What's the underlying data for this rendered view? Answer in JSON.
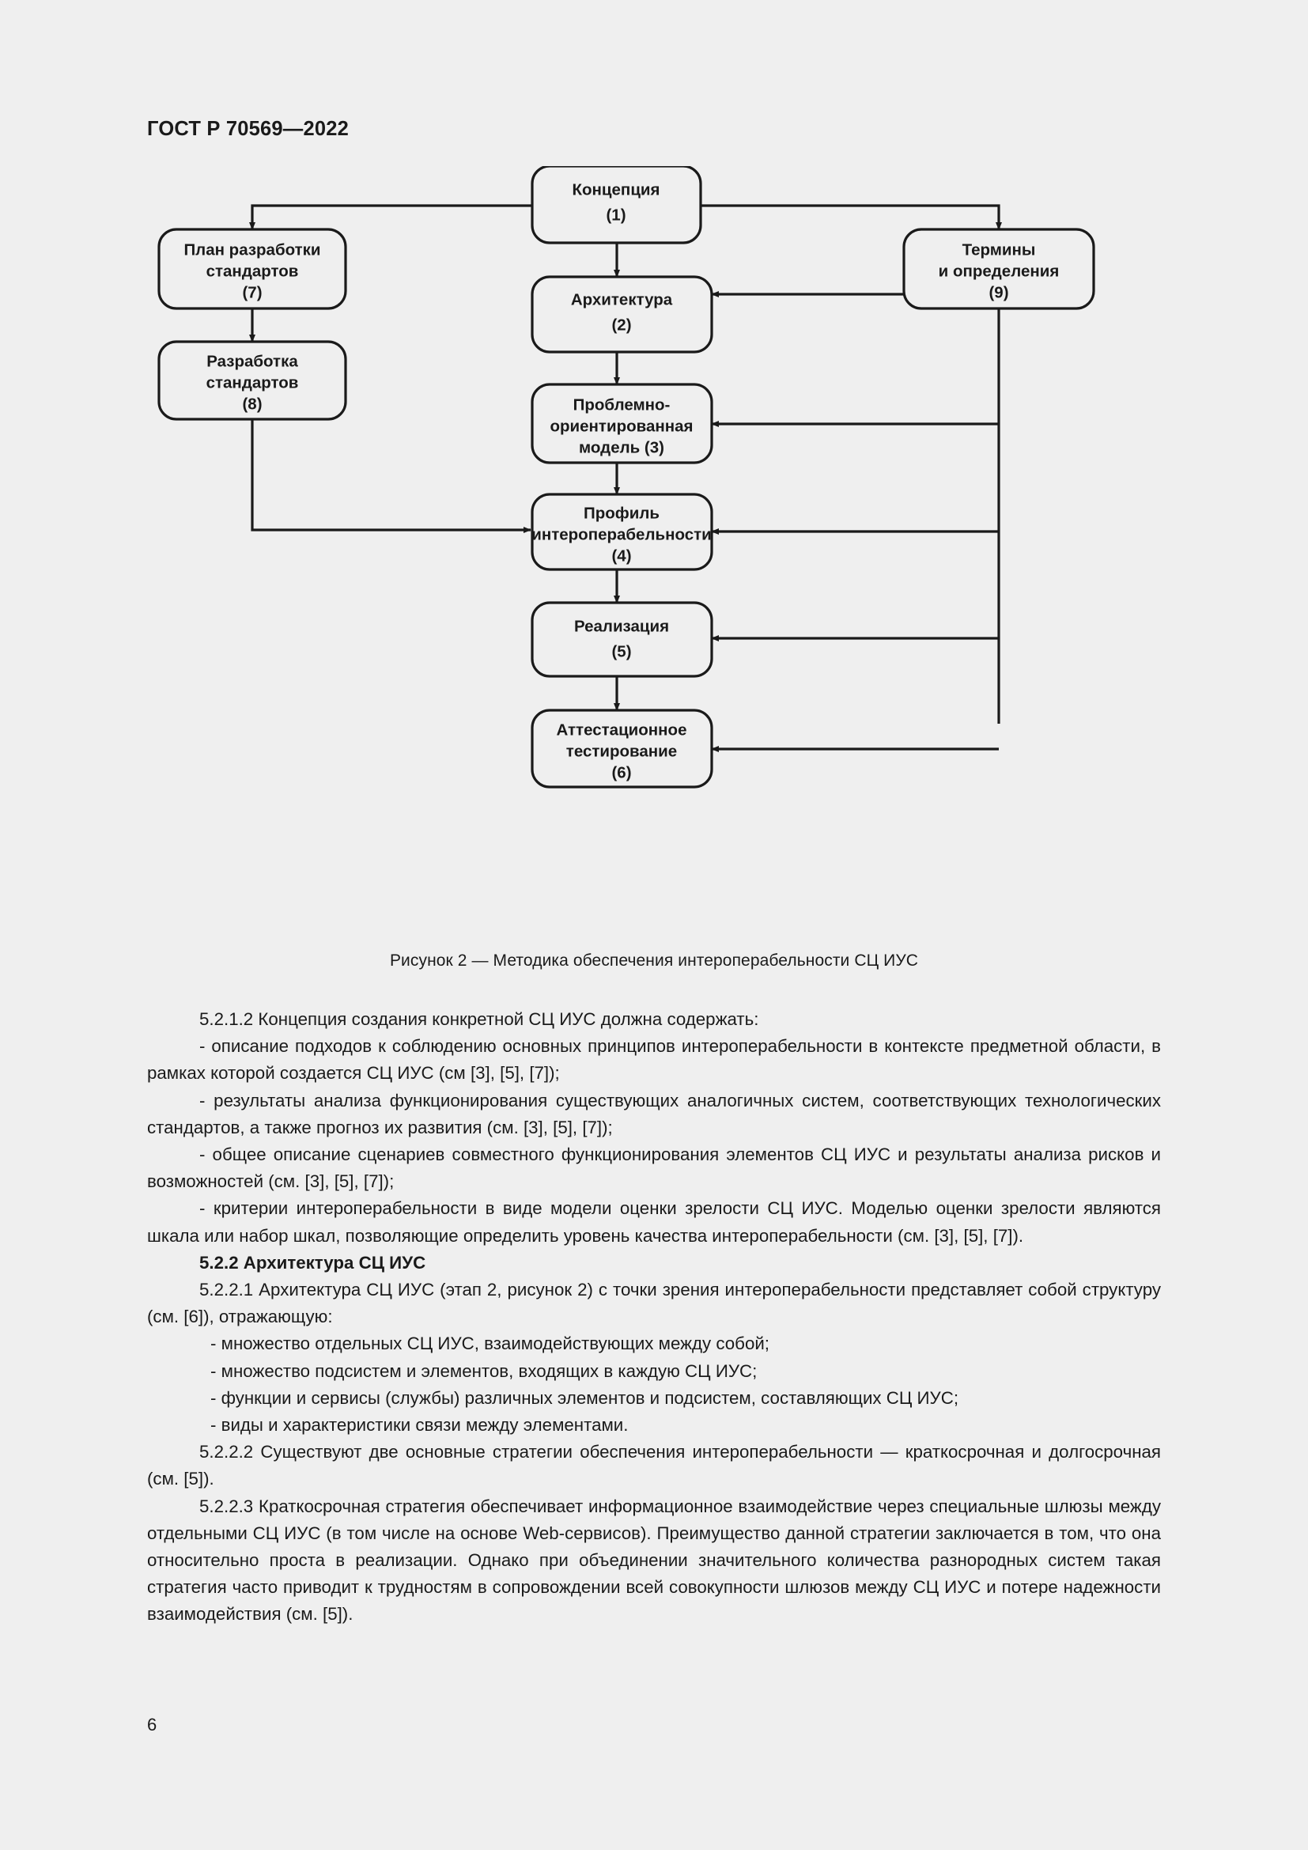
{
  "header": {
    "standard_id": "ГОСТ Р 70569—2022"
  },
  "figure": {
    "caption": "Рисунок 2 — Методика обеспечения интероперабельности СЦ ИУС",
    "nodes": [
      {
        "id": "concept",
        "lines": [
          "Концепция",
          "(1)"
        ]
      },
      {
        "id": "terms",
        "lines": [
          "Термины",
          "и определения",
          "(9)"
        ]
      },
      {
        "id": "plan",
        "lines": [
          "План разработки",
          "стандартов",
          "(7)"
        ]
      },
      {
        "id": "development",
        "lines": [
          "Разработка",
          "стандартов",
          "(8)"
        ]
      },
      {
        "id": "architecture",
        "lines": [
          "Архитектура",
          "(2)"
        ]
      },
      {
        "id": "model",
        "lines": [
          "Проблемно-",
          "ориентированная",
          "модель (3)"
        ]
      },
      {
        "id": "profile",
        "lines": [
          "Профиль",
          "интероперабельности",
          "(4)"
        ]
      },
      {
        "id": "realization",
        "lines": [
          "Реализация",
          "(5)"
        ]
      },
      {
        "id": "testing",
        "lines": [
          "Аттестационное",
          "тестирование",
          "(6)"
        ]
      }
    ]
  },
  "body": {
    "paragraphs": [
      {
        "style": "p-indent",
        "text": "5.2.1.2  Концепция создания конкретной СЦ ИУС должна содержать:",
        "justify": false
      },
      {
        "style": "p-dash",
        "text": "-  описание подходов к соблюдению основных принципов интероперабельности в контексте предметной области, в рамках которой создается СЦ ИУС (см  [3], [5], [7]);",
        "justify": true
      },
      {
        "style": "p-dash",
        "text": "-  результаты анализа функционирования существующих аналогичных систем, соответствующих технологических стандартов, а также прогноз их развития (см. [3], [5], [7]);",
        "justify": true
      },
      {
        "style": "p-dash",
        "text": "-  общее описание сценариев совместного функционирования элементов СЦ ИУС и результаты анализа рисков и возможностей (см. [3], [5], [7]);",
        "justify": true
      },
      {
        "style": "p-dash",
        "text": "-  критерии интероперабельности в виде модели оценки зрелости СЦ ИУС. Моделью оценки зрелости являются шкала или набор шкал, позволяющие определить уровень качества интероперабельности (см. [3], [5], [7]).",
        "justify": true
      },
      {
        "style": "p-head",
        "text": "5.2.2  Архитектура СЦ ИУС",
        "justify": false
      },
      {
        "style": "p-indent",
        "text": "5.2.2.1  Архитектура СЦ ИУС (этап 2, рисунок 2) с точки зрения интероперабельности представляет собой структуру (см. [6]), отражающую:",
        "justify": true
      },
      {
        "style": "p-bullet",
        "text": "-  множество отдельных СЦ ИУС, взаимодействующих между собой;",
        "justify": false
      },
      {
        "style": "p-bullet",
        "text": "-  множество подсистем и элементов, входящих в каждую СЦ ИУС;",
        "justify": false
      },
      {
        "style": "p-bullet",
        "text": "-  функции и сервисы (службы) различных элементов и подсистем, составляющих СЦ ИУС;",
        "justify": false
      },
      {
        "style": "p-bullet",
        "text": "-  виды и характеристики связи между элементами.",
        "justify": false
      },
      {
        "style": "p-indent",
        "text": "5.2.2.2  Существуют две основные стратегии обеспечения интероперабельности — краткосрочная и долгосрочная (см. [5]).",
        "justify": true
      },
      {
        "style": "p-indent",
        "text": "5.2.2.3  Краткосрочная  стратегия  обеспечивает  информационное  взаимодействие  через  специальные шлюзы между отдельными СЦ ИУС (в том числе на основе Web-сервисов). Преимущество данной стратегии заключается в том, что она относительно проста в реализации. Однако при объединении значительного количества разнородных систем такая стратегия часто приводит к трудностям в сопровождении всей совокупности шлюзов между СЦ ИУС и потере надежности взаимодействия (см. [5]).",
        "justify": true
      }
    ]
  },
  "footer": {
    "page_number": "6"
  }
}
